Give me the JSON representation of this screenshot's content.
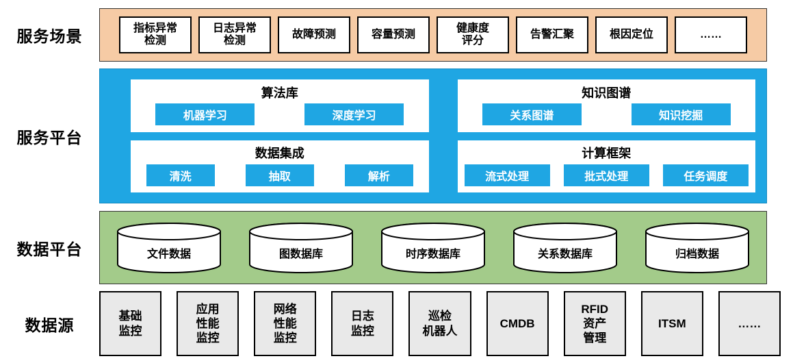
{
  "colors": {
    "scenarios_band": "#F6CBA5",
    "platform_band": "#1FA6E3",
    "data_band": "#A3CB8A",
    "button_blue": "#1FA6E3",
    "source_box_gray": "#E9E9E9"
  },
  "layers": {
    "scenarios": {
      "label": "服务场景",
      "items": [
        "指标异常\n检测",
        "日志异常\n检测",
        "故障预测",
        "容量预测",
        "健康度\n评分",
        "告警汇聚",
        "根因定位",
        "……"
      ]
    },
    "platform": {
      "label": "服务平台",
      "panels": [
        {
          "title": "算法库",
          "items": [
            "机器学习",
            "深度学习"
          ]
        },
        {
          "title": "知识图谱",
          "items": [
            "关系图谱",
            "知识挖掘"
          ]
        },
        {
          "title": "数据集成",
          "items": [
            "清洗",
            "抽取",
            "解析"
          ]
        },
        {
          "title": "计算框架",
          "items": [
            "流式处理",
            "批式处理",
            "任务调度"
          ]
        }
      ]
    },
    "data_platform": {
      "label": "数据平台",
      "items": [
        "文件数据",
        "图数据库",
        "时序数据库",
        "关系数据库",
        "归档数据"
      ]
    },
    "sources": {
      "label": "数据源",
      "items": [
        "基础\n监控",
        "应用\n性能\n监控",
        "网络\n性能\n监控",
        "日志\n监控",
        "巡检\n机器人",
        "CMDB",
        "RFID\n资产\n管理",
        "ITSM",
        "……"
      ]
    }
  }
}
